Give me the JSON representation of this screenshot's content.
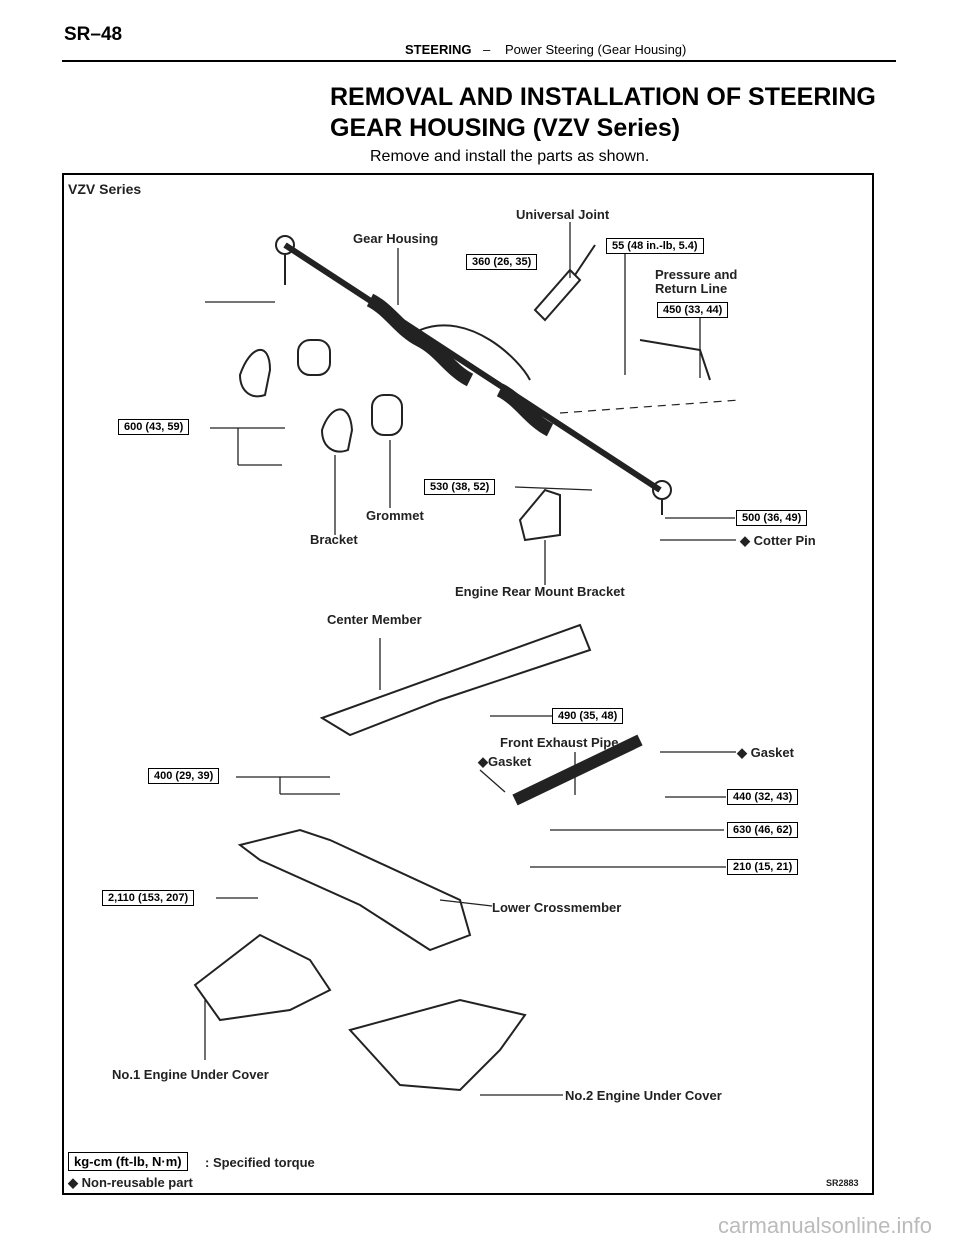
{
  "header": {
    "page_number": "SR–48",
    "section": "STEERING",
    "separator": "–",
    "subsection": "Power Steering (Gear Housing)"
  },
  "title": "REMOVAL AND INSTALLATION OF STEERING GEAR HOUSING (VZV Series)",
  "subtitle": "Remove and install the parts as shown.",
  "diagram": {
    "series_label": "VZV Series",
    "labels": {
      "universal_joint": "Universal Joint",
      "gear_housing": "Gear Housing",
      "pressure_return": "Pressure and Return Line",
      "bracket": "Bracket",
      "grommet": "Grommet",
      "engine_rear_mount": "Engine Rear Mount Bracket",
      "cotter_pin": "◆ Cotter Pin",
      "center_member": "Center Member",
      "front_exhaust": "Front Exhaust Pipe",
      "gasket_left": "◆Gasket",
      "gasket_right": "◆ Gasket",
      "lower_crossmember": "Lower Crossmember",
      "under_cover_1": "No.1 Engine Under Cover",
      "under_cover_2": "No.2 Engine Under Cover",
      "figure_id": "SR2883"
    },
    "torques": {
      "t360": "360 (26, 35)",
      "t55": "55 (48 in.-lb, 5.4)",
      "t450": "450 (33, 44)",
      "t600": "600 (43, 59)",
      "t530": "530 (38, 52)",
      "t500": "500 (36, 49)",
      "t490": "490 (35, 48)",
      "t400": "400 (29, 39)",
      "t440": "440 (32, 43)",
      "t630": "630 (46, 62)",
      "t210": "210 (15, 21)",
      "t2110": "2,110 (153, 207)"
    },
    "legend": {
      "torque_box": "kg-cm (ft-lb, N·m)",
      "torque_text": ": Specified torque",
      "nonreusable": "◆ Non-reusable part"
    }
  },
  "footer": {
    "url": "carmanualsonline.info"
  }
}
